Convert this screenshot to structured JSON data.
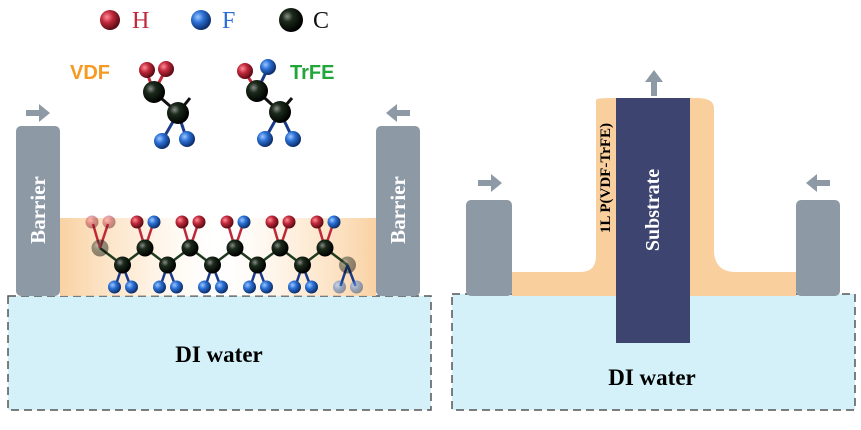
{
  "legend": {
    "items": [
      {
        "symbol": "H",
        "label": "H",
        "color": "#c0283a"
      },
      {
        "symbol": "F",
        "label": "F",
        "color": "#2a6fd4"
      },
      {
        "symbol": "C",
        "label": "C",
        "color": "#111111"
      }
    ]
  },
  "left_panel": {
    "monomer_vdf": "VDF",
    "monomer_trfe": "TrFE",
    "barrier_left": "Barrier",
    "barrier_right": "Barrier",
    "water": "DI water"
  },
  "right_panel": {
    "film": "1L P(VDF-TrFE)",
    "substrate": "Substrate",
    "water": "DI water"
  },
  "colors": {
    "water": "#d4f1fa",
    "barrier": "#8e99a6",
    "film": "#f9cf9e",
    "substrate": "#3d4470",
    "vdf": "#f59a23",
    "trfe": "#22a63a",
    "h_atom": "#c0283a",
    "f_atom": "#2a6fd4",
    "c_atom": "#111111"
  }
}
